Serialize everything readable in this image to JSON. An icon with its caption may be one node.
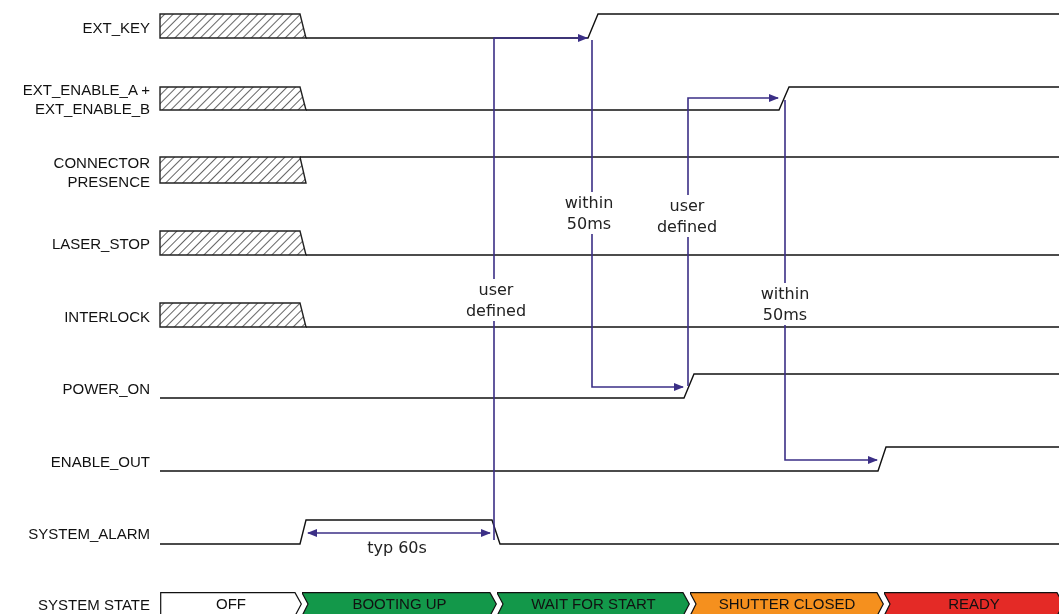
{
  "diagram": {
    "nodes": [
      {
        "text": [
          "OFF"
        ]
      },
      {
        "text": [
          "BOOTING UP"
        ]
      },
      {
        "text": [
          "WAIT FOR START"
        ]
      },
      {
        "text": [
          "SHUTTER CLOSED"
        ]
      },
      {
        "text": [
          "READY"
        ]
      }
    ],
    "labels": [
      "EXT_KEY",
      "EXT_ENABLE_A + EXT_ENABLE_B",
      "CONNECTOR PRESENCE",
      "LASER_STOP",
      "INTERLOCK",
      "POWER_ON",
      "ENABLE_OUT",
      "SYSTEM_ALARM",
      "SYSTEM STATE",
      "user defined",
      "within 50ms",
      "user defined",
      "within 50ms",
      "typ 60s"
    ]
  }
}
